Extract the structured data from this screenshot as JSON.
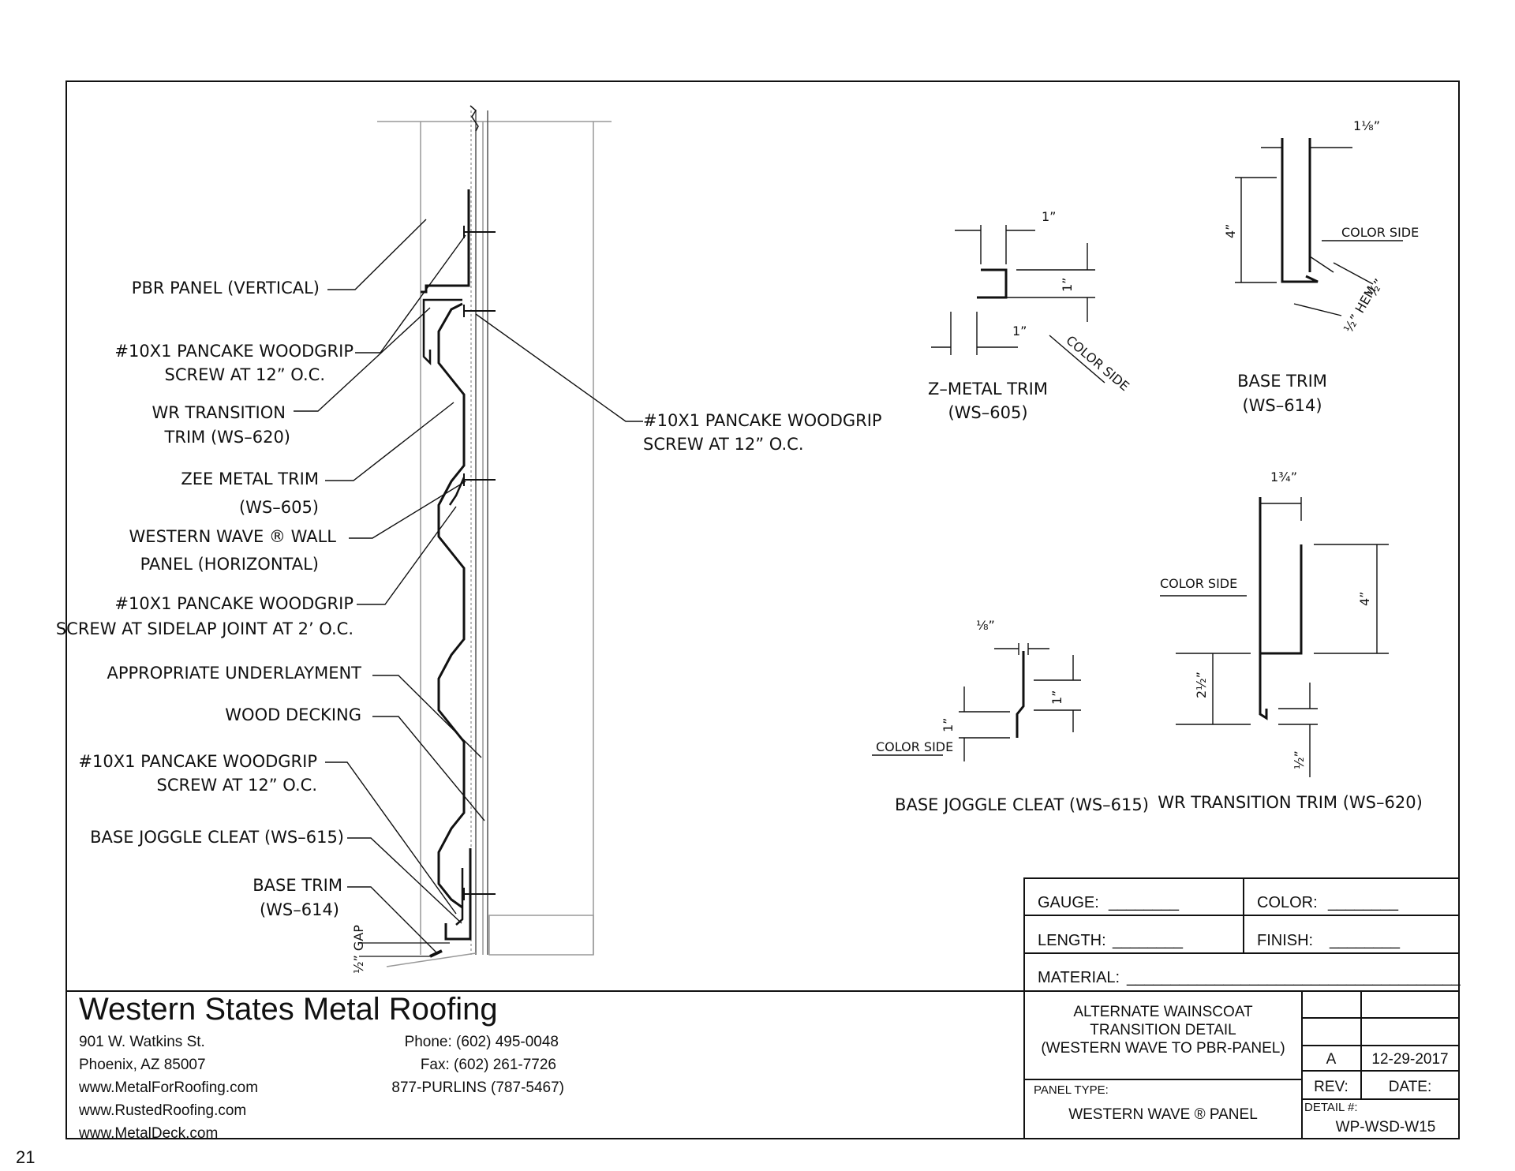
{
  "callouts": {
    "pbr_panel": "PBR PANEL (VERTICAL)",
    "screw_top_1": "#10X1 PANCAKE WOODGRIP",
    "screw_top_2": "SCREW AT 12” O.C.",
    "wr_transition_1": "WR TRANSITION",
    "wr_transition_2": "TRIM (WS–620)",
    "zee_trim_1": "ZEE METAL TRIM",
    "zee_trim_2": "(WS–605)",
    "western_wave_1": "WESTERN WAVE ® WALL",
    "western_wave_2": "PANEL (HORIZONTAL)",
    "sidelap_1": "#10X1 PANCAKE WOODGRIP",
    "sidelap_2": "SCREW AT SIDELAP JOINT AT 2’ O.C.",
    "underlayment": "APPROPRIATE UNDERLAYMENT",
    "wood_decking": "WOOD DECKING",
    "screw_low_1": "#10X1 PANCAKE WOODGRIP",
    "screw_low_2": "SCREW AT 12” O.C.",
    "base_joggle": "BASE JOGGLE CLEAT (WS–615)",
    "base_trim_1": "BASE TRIM",
    "base_trim_2": "(WS–614)",
    "gap": "½” GAP",
    "screw_right_1": "#10X1 PANCAKE WOODGRIP",
    "screw_right_2": "SCREW AT 12” O.C."
  },
  "details": {
    "z_metal": {
      "title_1": "Z–METAL TRIM",
      "title_2": "(WS–605)",
      "dim_top": "1”",
      "dim_mid": "1”",
      "dim_bottom": "1”",
      "color_side": "COLOR SIDE"
    },
    "base_trim": {
      "title_1": "BASE TRIM",
      "title_2": "(WS–614)",
      "dim_top": "1⅛”",
      "dim_height": "4”",
      "color_side": "COLOR SIDE",
      "dim_half": "½”",
      "dim_hem": "½” HEM"
    },
    "base_joggle": {
      "title": "BASE JOGGLE CLEAT (WS–615)",
      "dim_top": "⅛”",
      "dim_right": "1”",
      "dim_left": "1”",
      "color_side": "COLOR SIDE"
    },
    "wr_transition": {
      "title": "WR TRANSITION TRIM (WS–620)",
      "dim_top": "1¾”",
      "dim_height": "4”",
      "dim_left": "2½”",
      "dim_bottom": "½”",
      "color_side": "COLOR SIDE"
    }
  },
  "spec_block": {
    "gauge_label": "GAUGE:",
    "gauge_value": "________",
    "color_label": "COLOR:",
    "color_value": "________",
    "length_label": "LENGTH:",
    "length_value": "________",
    "finish_label": "FINISH:",
    "finish_value": "________",
    "material_label": "MATERIAL:",
    "material_value": "______________________________________"
  },
  "company": {
    "name": "Western States Metal Roofing",
    "address_1": "901 W. Watkins St.",
    "address_2": "Phoenix, AZ 85007",
    "web_1": "www.MetalForRoofing.com",
    "web_2": "www.RustedRoofing.com",
    "web_3": "www.MetalDeck.com",
    "phone": "Phone: (602) 495-0048",
    "fax": "Fax: (602) 261-7726",
    "tollfree": "877-PURLINS (787-5467)"
  },
  "title_block": {
    "title_1": "ALTERNATE WAINSCOAT",
    "title_2": "TRANSITION DETAIL",
    "title_3": "(WESTERN WAVE TO PBR-PANEL)",
    "panel_type_label": "PANEL TYPE:",
    "panel_type_value": "WESTERN WAVE ® PANEL",
    "rev_value": "A",
    "date_value": "12-29-2017",
    "rev_label": "REV:",
    "date_label": "DATE:",
    "detail_label": "DETAIL #:",
    "detail_value": "WP-WSD-W15"
  },
  "page_number": "21"
}
